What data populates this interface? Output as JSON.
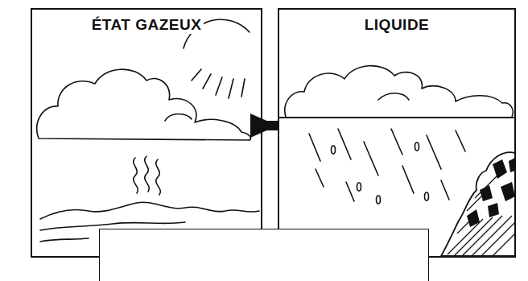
{
  "diagram": {
    "nodes": [
      {
        "text": [
          "ÉTAT GAZEUX"
        ]
      },
      {
        "text": [
          "LIQUIDE"
        ]
      }
    ],
    "edges": [
      {
        "from": 0,
        "to": 1,
        "arrow": "to"
      }
    ]
  }
}
